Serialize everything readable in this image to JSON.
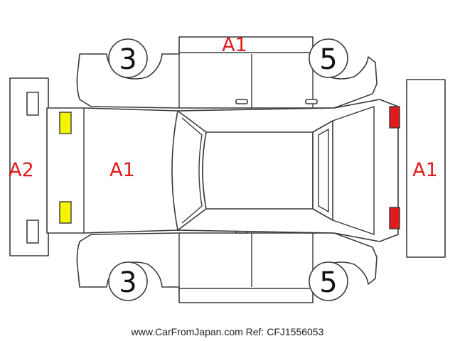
{
  "damage_marks": {
    "roof": "A1",
    "front_bumper": "A2",
    "hood": "A1",
    "rear_bumper": "A1"
  },
  "wheel_marks": {
    "front_left": "3",
    "rear_left": "5",
    "front_right": "3",
    "rear_right": "5"
  },
  "colors": {
    "outline": "#3a3a3a",
    "damage_text": "#e01b1b",
    "headlight": "#f5f500",
    "taillight": "#e01b1b"
  },
  "footer": "www.CarFromJapan.com Ref: CFJ1556053"
}
